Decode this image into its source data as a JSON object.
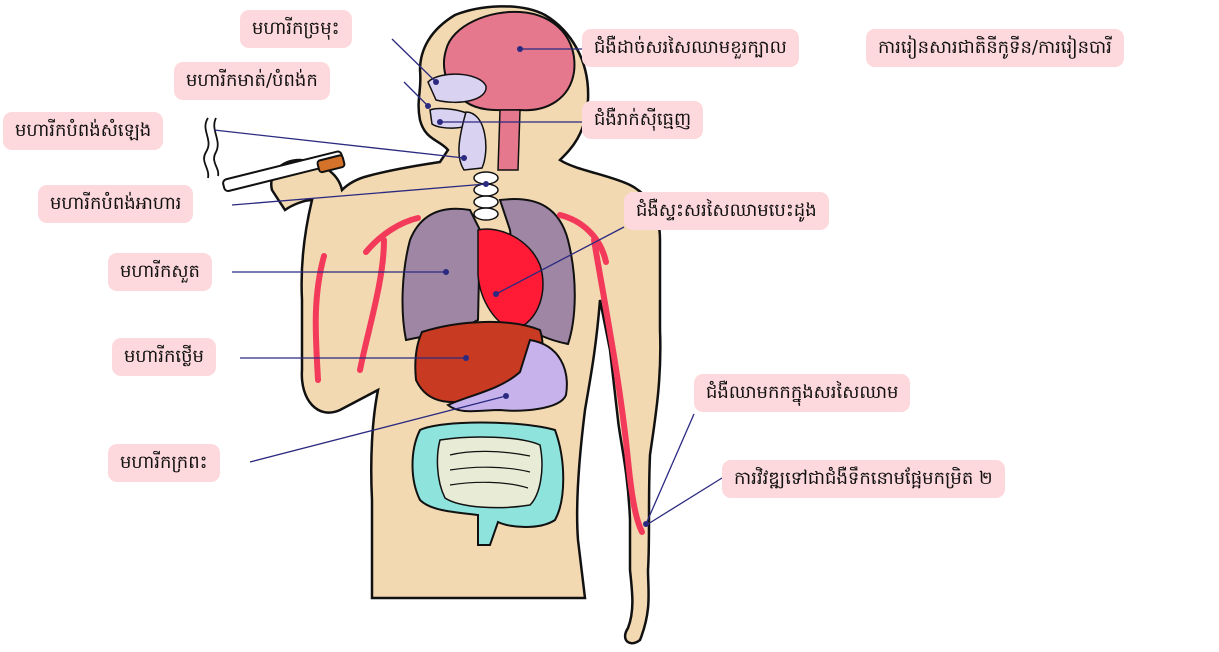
{
  "labels": {
    "mouth_cancer": "មហារីកច្រមុះ",
    "throat_cancer": "មហារីកមាត់/បំពង់ក",
    "larynx_cancer": "មហារីកបំពង់សំឡេង",
    "esophagus_cancer": "មហារីកបំពង់អាហារ",
    "lung_cancer": "មហារីកសួត",
    "liver_cancer": "មហារីកថ្លើម",
    "bowel_cancer": "មហារីកក្រពះ",
    "stroke": "ជំងឺដាច់សរសៃឈាមខួរក្បាល",
    "learning": "ការរៀនសារជាតិនីកូទីន/ការរៀនបារី",
    "gum_disease": "ជំងឺរាក់ស៊ីធ្មេញ",
    "heart_disease": "ជំងឺស្ទះសរសៃឈាមបេះដូង",
    "vascular_disease": "ជំងឺឈាមកកក្នុងសរសៃឈាម",
    "diabetes": "ការវិវឌ្ឍទៅជាជំងឺទឹកនោមផ្អែមកម្រិត ២"
  },
  "colors": {
    "label_bg": "#fdd8dc",
    "skin": "#f2d9b1",
    "brain": "#e5788d",
    "lungs": "#9e86a4",
    "heart": "#ff1a36",
    "liver": "#c83a22",
    "stomach": "#c7b2ec",
    "intestine": "#8ee3dc",
    "small_intestine": "#e8ecd6",
    "artery": "#f33a5a",
    "leader_line": "#2b2a80"
  }
}
